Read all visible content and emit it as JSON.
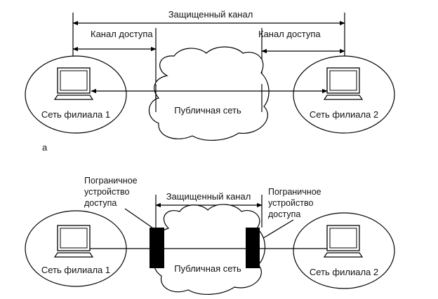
{
  "diagram_a": {
    "secure_channel_label": "Защищенный канал",
    "access_channel_left_label": "Канал доступа",
    "access_channel_right_label": "Канал доступа",
    "branch1_label": "Сеть филиала 1",
    "branch2_label": "Сеть филиала 2",
    "public_net_label": "Публичная сеть",
    "caption": "а"
  },
  "diagram_b": {
    "secure_channel_label": "Защищенный канал",
    "edge_device_left_lines": [
      "Пограничное",
      "устройство",
      "доступа"
    ],
    "edge_device_right_lines": [
      "Пограничное",
      "устройство",
      "доступа"
    ],
    "branch1_label": "Сеть филиала 1",
    "branch2_label": "Сеть филиала 2",
    "public_net_label": "Публичная сеть"
  },
  "colors": {
    "ink": "#000000",
    "background": "#ffffff"
  },
  "icons": [
    "computer-monitor-icon",
    "computer-monitor-icon",
    "computer-monitor-icon",
    "computer-monitor-icon"
  ]
}
